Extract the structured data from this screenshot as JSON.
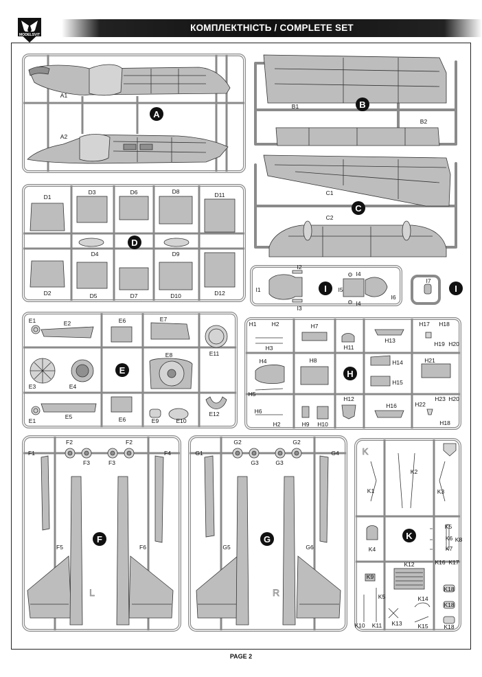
{
  "header": {
    "title": "КОМПЛЕКТНІСТЬ / COMPLETE SET",
    "logo_text": "MODELSVIT"
  },
  "footer": {
    "page_label": "PAGE 2"
  },
  "sprues": {
    "A": {
      "letter": "A",
      "parts": [
        "A1",
        "A2"
      ]
    },
    "B": {
      "letter": "B",
      "parts": [
        "B1",
        "B2"
      ]
    },
    "C": {
      "letter": "C",
      "parts": [
        "C1",
        "C2"
      ]
    },
    "D": {
      "letter": "D",
      "parts": [
        "D1",
        "D2",
        "D3",
        "D4",
        "D5",
        "D6",
        "D7",
        "D8",
        "D9",
        "D10",
        "D11",
        "D12"
      ]
    },
    "I": {
      "letter": "I",
      "parts": [
        "I1",
        "I2",
        "I3",
        "I4",
        "I5",
        "I6",
        "I4",
        "I7"
      ]
    },
    "E": {
      "letter": "E",
      "parts": [
        "E1",
        "E2",
        "E3",
        "E4",
        "E1",
        "E5",
        "E6",
        "E7",
        "E8",
        "E6",
        "E9",
        "E10",
        "E11",
        "E12"
      ]
    },
    "H": {
      "letter": "H",
      "parts": [
        "H1",
        "H2",
        "H3",
        "H4",
        "H5",
        "H6",
        "H2",
        "H7",
        "H8",
        "H9",
        "H10",
        "H11",
        "H12",
        "H13",
        "H14",
        "H15",
        "H16",
        "H17",
        "H18",
        "H19",
        "H20",
        "H21",
        "H22",
        "H23",
        "H20",
        "H18"
      ]
    },
    "F": {
      "letter": "F",
      "side_mark": "L",
      "parts": [
        "F1",
        "F2",
        "F3",
        "F3",
        "F2",
        "F4",
        "F5",
        "F6"
      ]
    },
    "G": {
      "letter": "G",
      "side_mark": "R",
      "parts": [
        "G1",
        "G2",
        "G3",
        "G3",
        "G2",
        "G4",
        "G5",
        "G6"
      ]
    },
    "K": {
      "letter": "K",
      "corner_mark": "K",
      "parts": [
        "K1",
        "K2",
        "K3",
        "K4",
        "K5",
        "K6",
        "K7",
        "K8",
        "K9",
        "K10",
        "K11",
        "K12",
        "K13",
        "K14",
        "K15",
        "K16",
        "K17",
        "K18",
        "K18",
        "K18",
        "K5"
      ]
    }
  },
  "colors": {
    "plastic": "#bdbdbd",
    "runner": "#9a9a9a",
    "ink": "#111111"
  }
}
